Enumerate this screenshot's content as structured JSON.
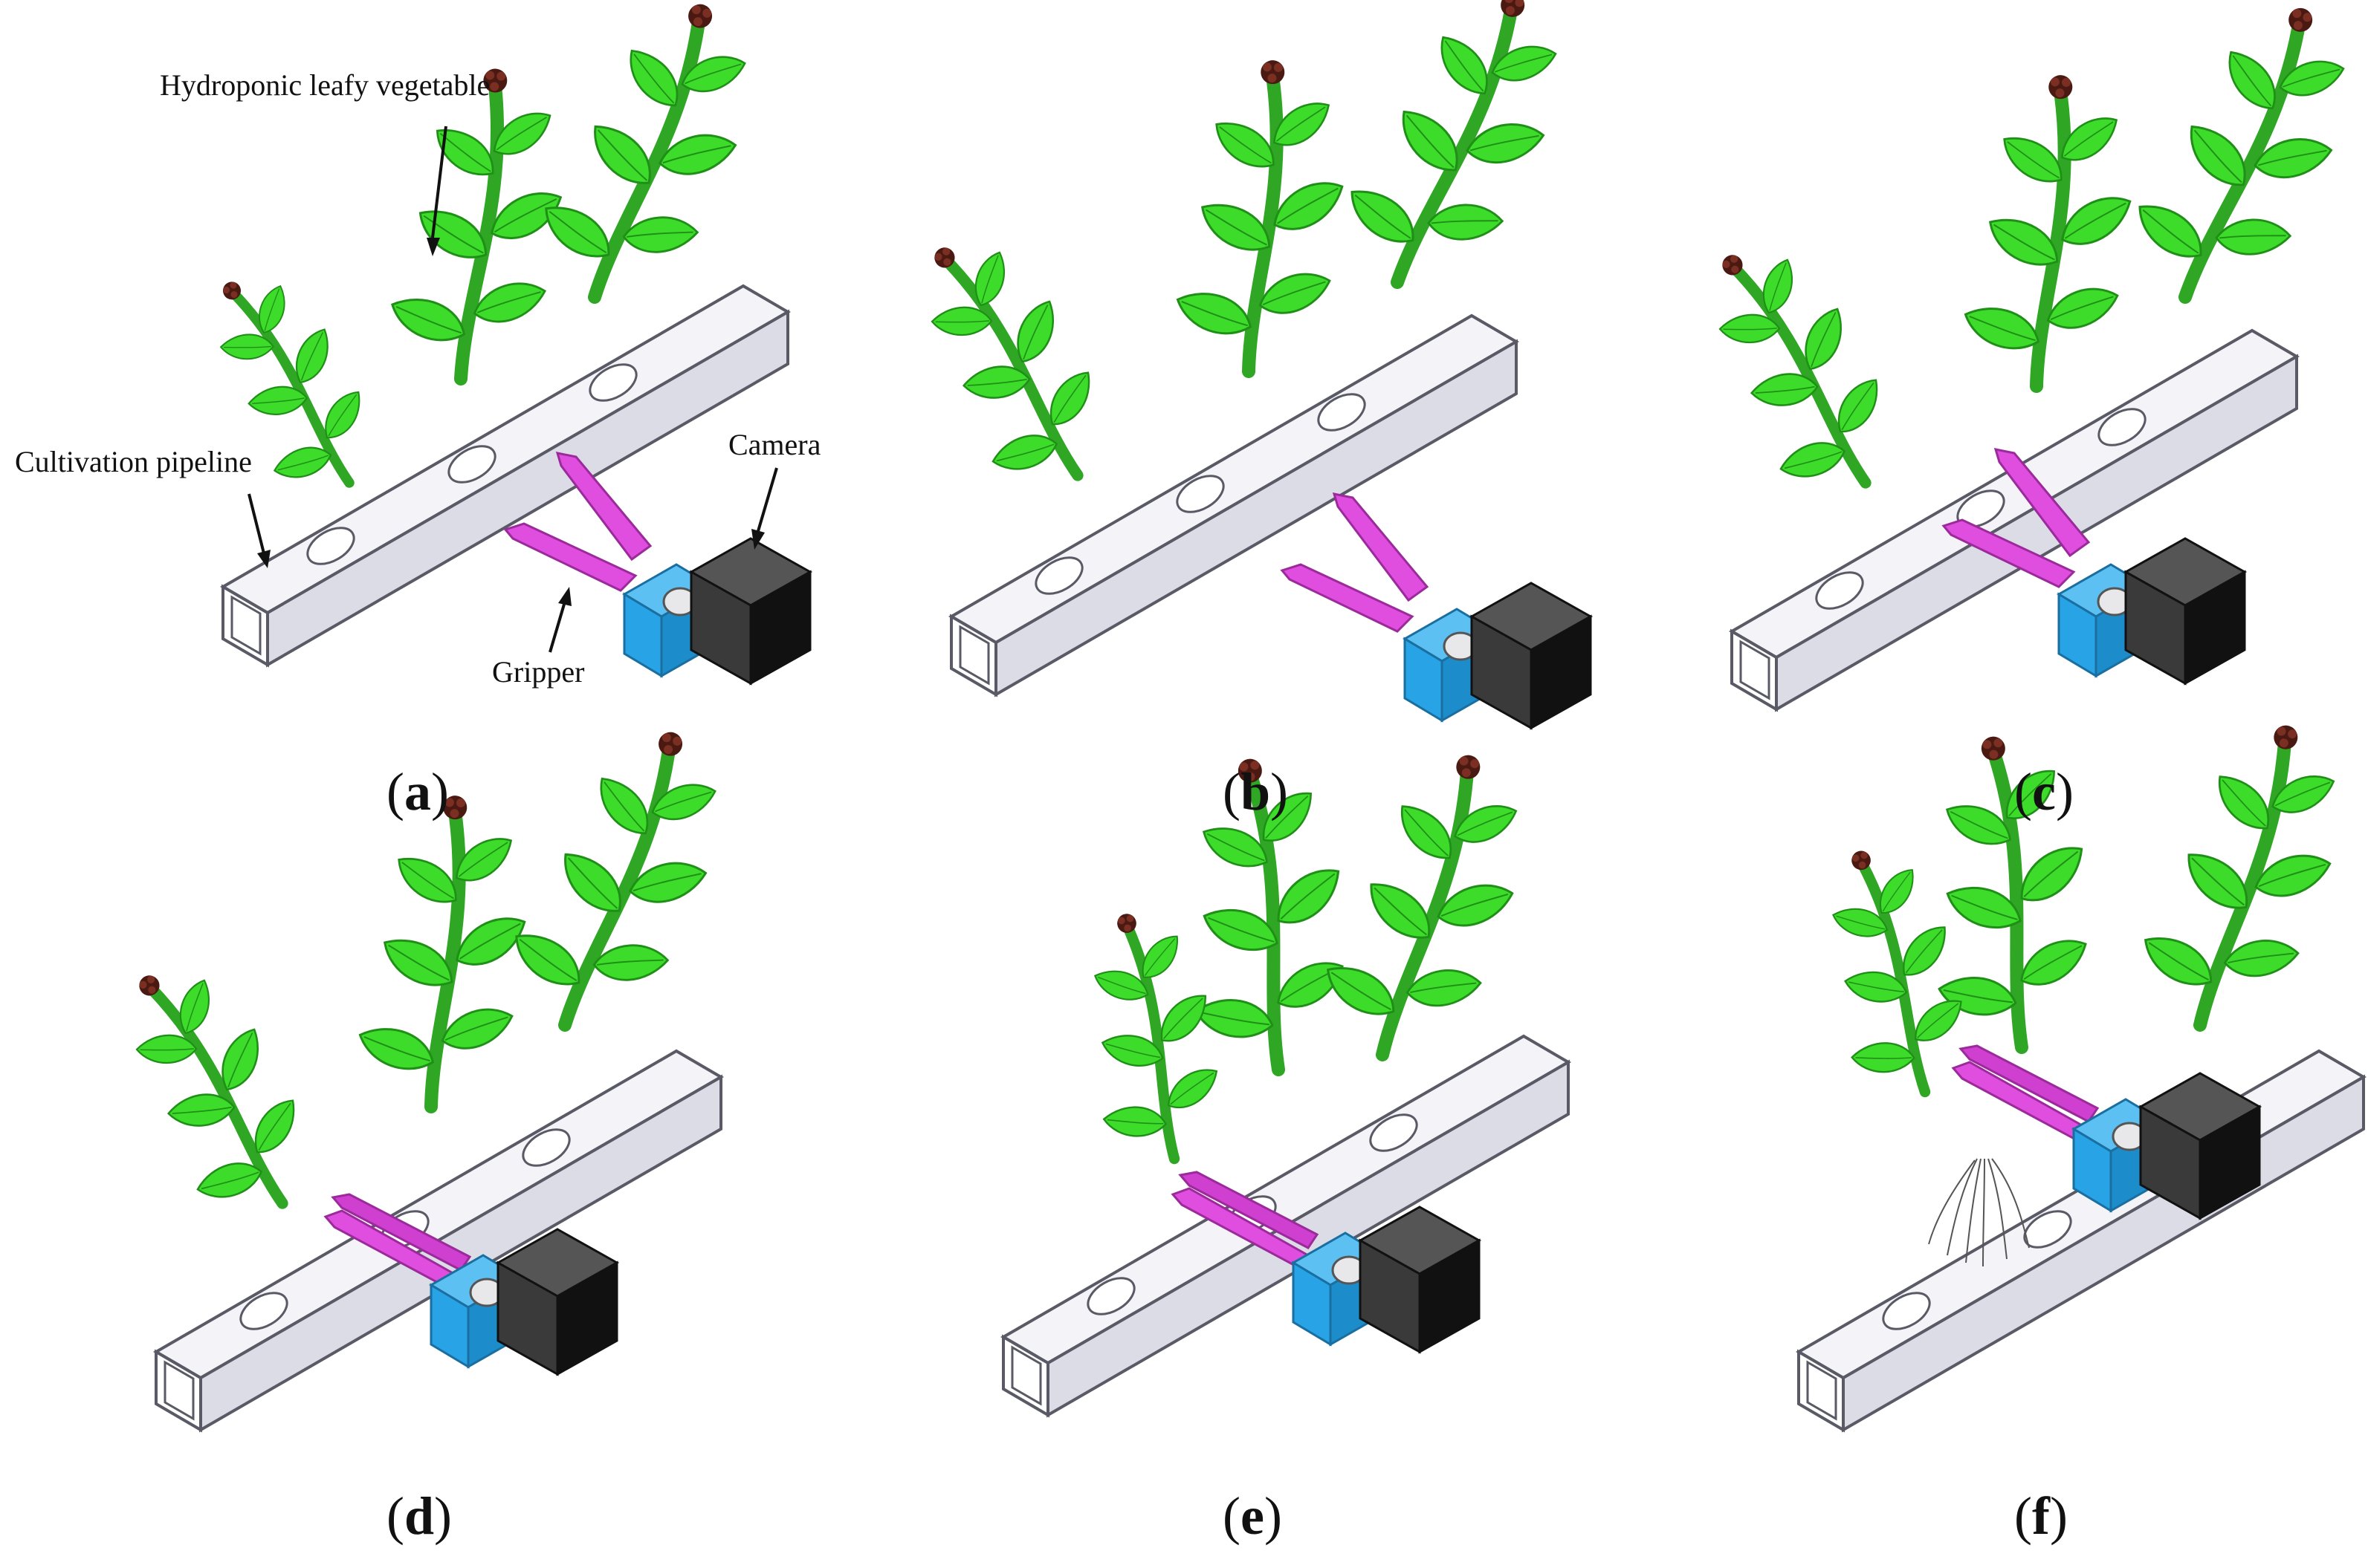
{
  "annotations": {
    "vegetable": "Hydroponic leafy vegetable",
    "pipeline": "Cultivation pipeline",
    "camera": "Camera",
    "gripper": "Gripper"
  },
  "panels": [
    {
      "letter": "a",
      "stage": "approach-far"
    },
    {
      "letter": "b",
      "stage": "approach-near"
    },
    {
      "letter": "c",
      "stage": "gripper-open-at-stem"
    },
    {
      "letter": "d",
      "stage": "gripper-closed-on-stem"
    },
    {
      "letter": "e",
      "stage": "lifting"
    },
    {
      "letter": "f",
      "stage": "extracted-with-roots"
    }
  ],
  "colors": {
    "leaf": "#3ddc2a",
    "leaf_dark": "#1f8f17",
    "stem": "#2fa624",
    "flower": "#4a1a12",
    "pipeline_fill": "#f2f2f6",
    "pipeline_stroke": "#5a5a66",
    "gripper": "#e04ee0",
    "gripper_dark": "#9b2a9b",
    "mount": "#27a3e6",
    "camera": "#3a3a3a",
    "camera_dark": "#111111"
  }
}
